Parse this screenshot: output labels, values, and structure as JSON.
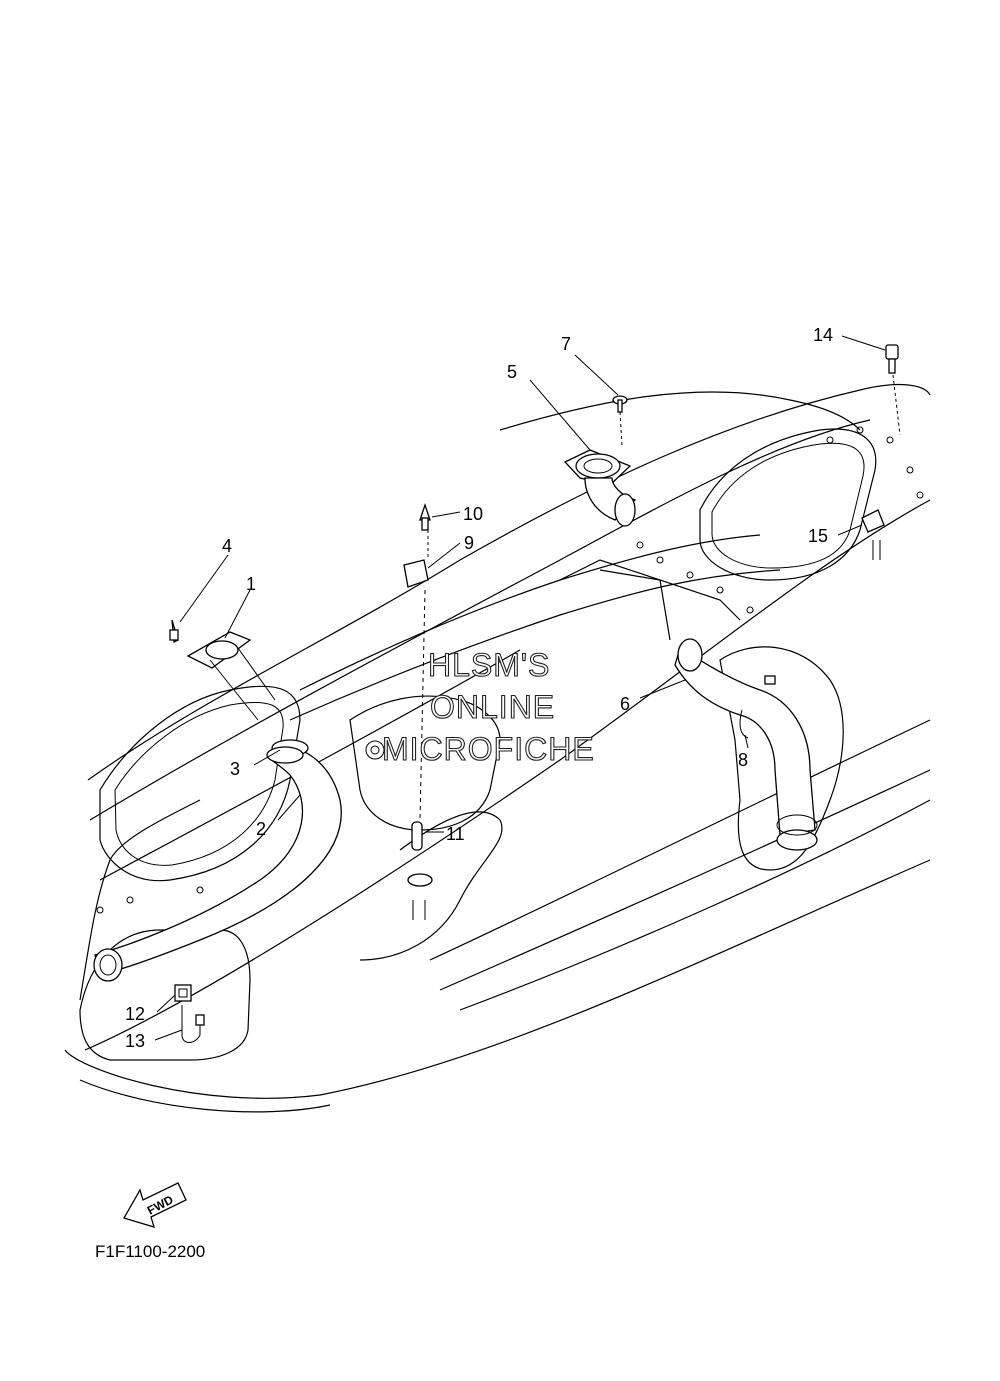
{
  "diagram": {
    "code": "F1F1100-2200",
    "fwd_label": "FWD",
    "watermark": [
      "HLSM'S",
      "ONLINE",
      "MICROFICHE"
    ],
    "callouts": [
      "1",
      "2",
      "3",
      "4",
      "5",
      "6",
      "7",
      "8",
      "9",
      "10",
      "11",
      "12",
      "13",
      "14",
      "15"
    ]
  }
}
